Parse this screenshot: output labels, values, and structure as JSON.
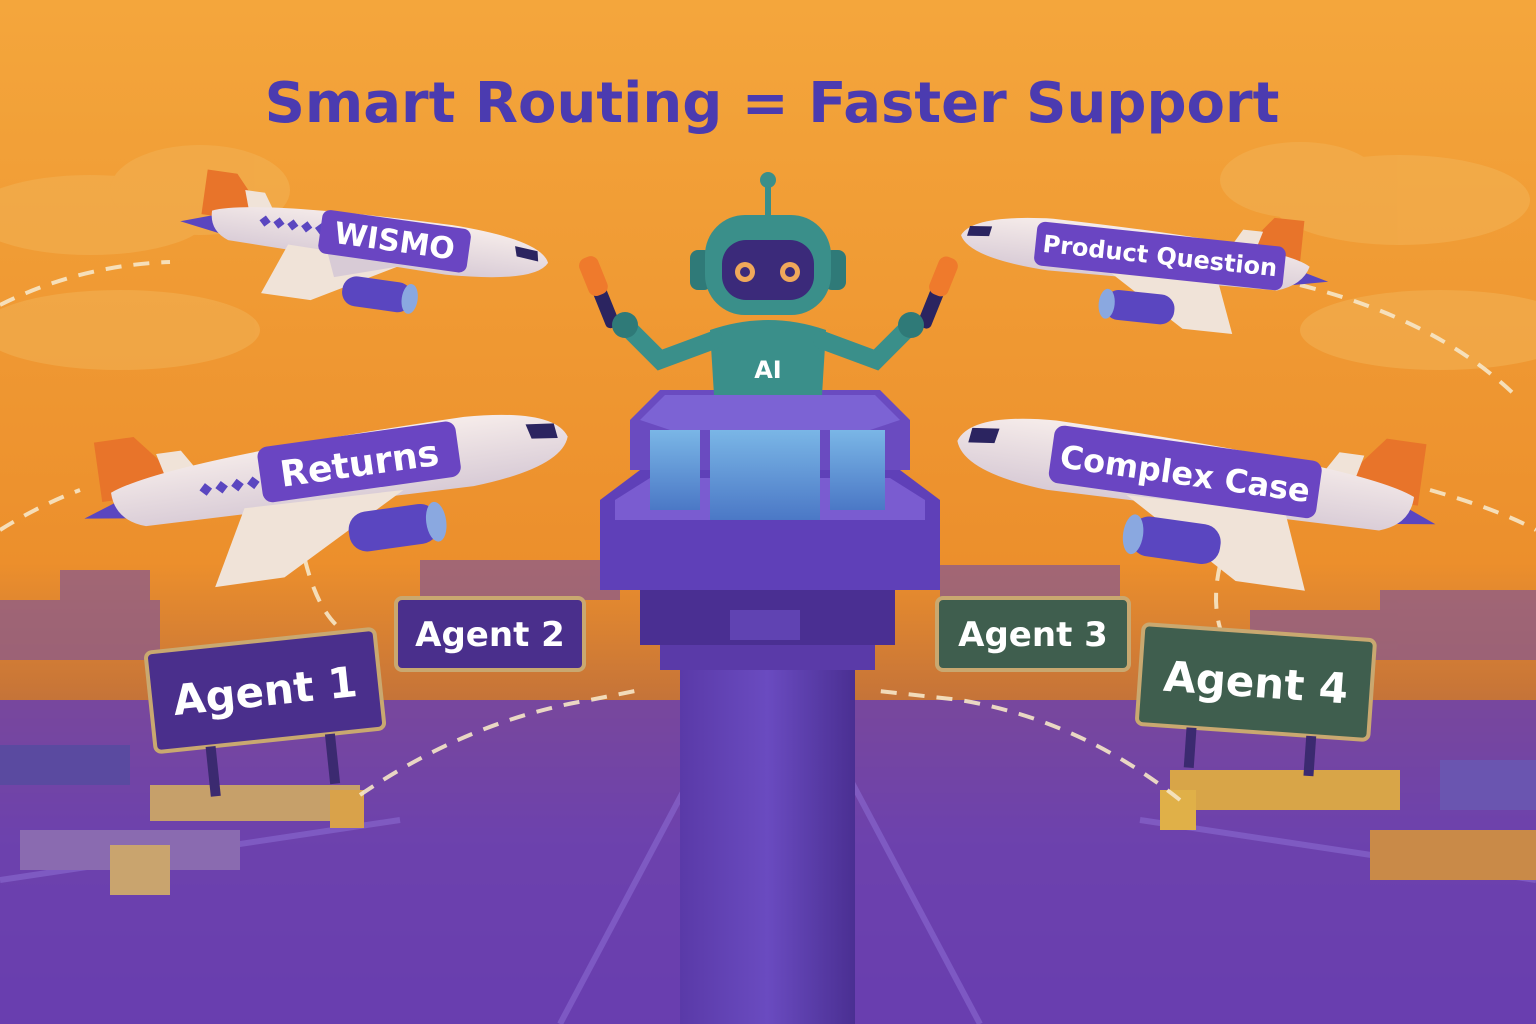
{
  "title": "Smart Routing = Faster Support",
  "robot_label": "AI",
  "planes": {
    "wismo": "WISMO",
    "product_question": "Product Question",
    "returns": "Returns",
    "complex_case": "Complex Case"
  },
  "agents": {
    "agent1": "Agent 1",
    "agent2": "Agent 2",
    "agent3": "Agent 3",
    "agent4": "Agent 4"
  },
  "colors": {
    "sky_top": "#f3a43a",
    "sky_bottom": "#e88a2a",
    "ground": "#6a3fb0",
    "title": "#4b3bb0",
    "label_purple": "#6a45c2",
    "sign_purple": "#4a2f8c",
    "sign_green": "#3f5e4e",
    "plane_tail": "#e8742a",
    "robot_teal": "#3a8f8a"
  }
}
